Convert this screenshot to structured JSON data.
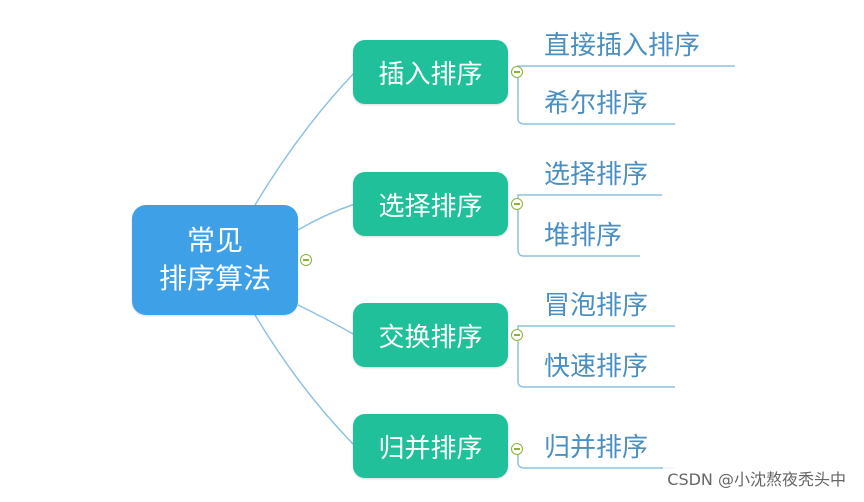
{
  "root": {
    "line1": "常见",
    "line2": "排序算法"
  },
  "branches": [
    {
      "label": "插入排序",
      "leaves": [
        "直接插入排序",
        "希尔排序"
      ]
    },
    {
      "label": "选择排序",
      "leaves": [
        "选择排序",
        "堆排序"
      ]
    },
    {
      "label": "交换排序",
      "leaves": [
        "冒泡排序",
        "快速排序"
      ]
    },
    {
      "label": "归并排序",
      "leaves": [
        "归并排序"
      ]
    }
  ],
  "watermark": "CSDN @小沈熬夜秃头中",
  "colors": {
    "root": "#3ea0e6",
    "branch": "#1fc09a",
    "leaf_text": "#4a8fc2",
    "connector": "#8ec3df",
    "collapse_icon": "#8bb33a"
  }
}
